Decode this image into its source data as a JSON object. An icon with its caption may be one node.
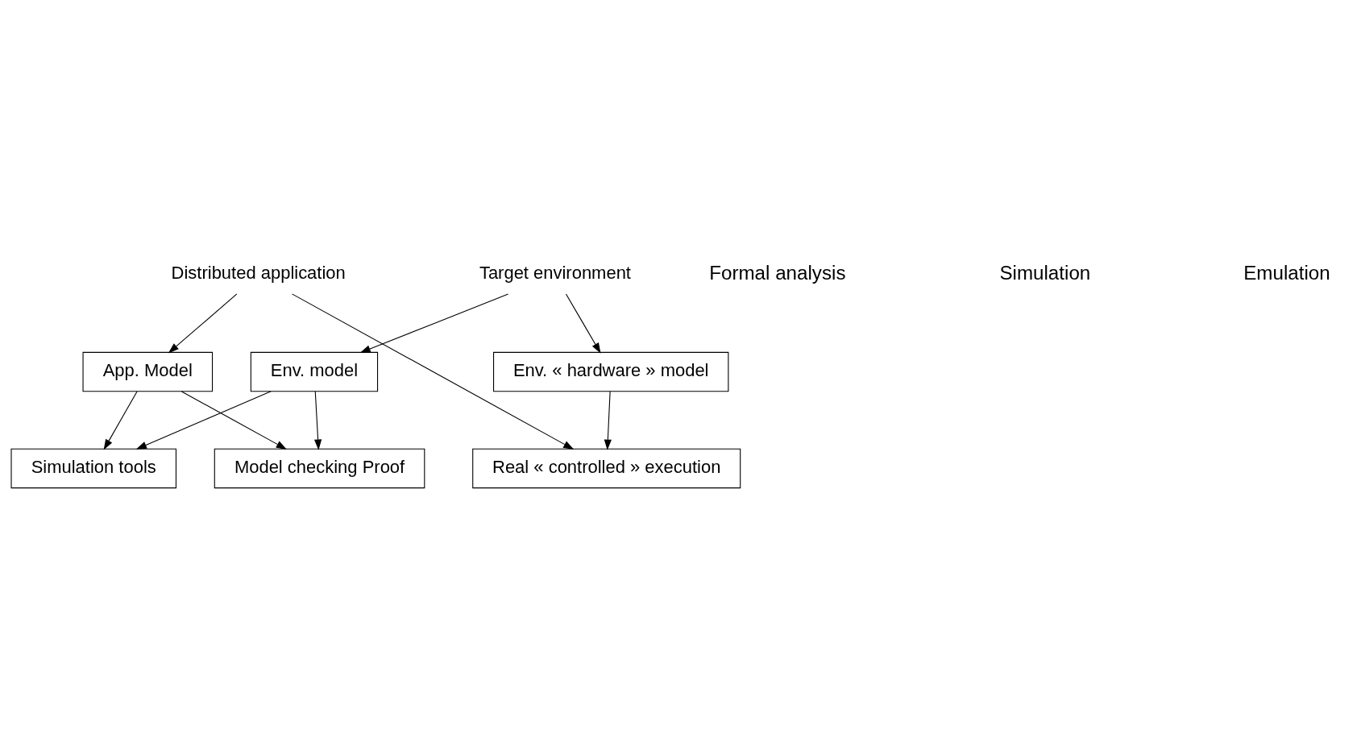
{
  "diagram": {
    "nodes": [
      {
        "text": [
          "Distributed application"
        ]
      },
      {
        "text": [
          "Target environment"
        ]
      },
      {
        "text": [
          "App. Model"
        ]
      },
      {
        "text": [
          "Env. model"
        ]
      },
      {
        "text": [
          "Env. « hardware » model"
        ]
      },
      {
        "text": [
          "Model checking Proof"
        ]
      },
      {
        "text": [
          "Simulation tools"
        ]
      },
      {
        "text": [
          "Real « controlled » execution"
        ]
      }
    ],
    "edges": [
      {
        "from": 0,
        "to": 2,
        "arrow": "to"
      },
      {
        "from": 0,
        "to": 7,
        "arrow": "to"
      },
      {
        "from": 1,
        "to": 3,
        "arrow": "to"
      },
      {
        "from": 1,
        "to": 4,
        "arrow": "to"
      },
      {
        "from": 2,
        "to": 5,
        "arrow": "to"
      },
      {
        "from": 2,
        "to": 6,
        "arrow": "to"
      },
      {
        "from": 3,
        "to": 5,
        "arrow": "to"
      },
      {
        "from": 3,
        "to": 6,
        "arrow": "to"
      },
      {
        "from": 4,
        "to": 7,
        "arrow": "to"
      }
    ],
    "labels": [
      "Formal analysis",
      "Simulation",
      "Emulation"
    ]
  }
}
